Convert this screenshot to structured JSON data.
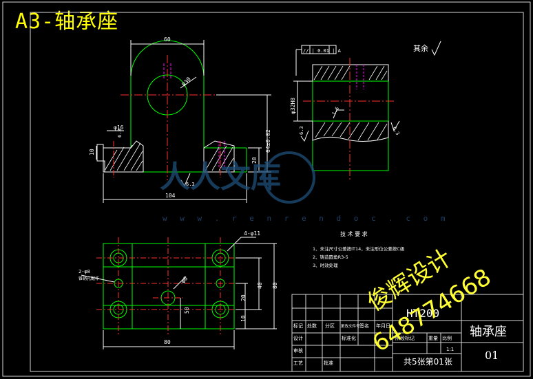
{
  "title": "A3-轴承座",
  "dims": {
    "d60": "60",
    "r30": "R30",
    "phi16": "φ16",
    "r6_3a": "6.3",
    "h10": "10",
    "r6_3b": "6.3",
    "h64": "64±0.02",
    "h20": "20",
    "d104": "104",
    "flatness": "// | 0.01 | A",
    "phi32": "φ32H8",
    "r1_6": "1.6",
    "r6_3c": "6.3",
    "r6_3d": "6.3",
    "rest": "其余",
    "holes4": "4-φ11",
    "holes2": "2-φ8",
    "holes2_note": "锥销孔配作",
    "phi6": "φ6",
    "d40": "40",
    "d80a": "80",
    "d20": "20",
    "d50": "50",
    "d10": "10",
    "d80b": "80"
  },
  "tech": {
    "heading": "技 术 要 求",
    "items": [
      "1、未注尺寸公差按IT14，未注形位公差按C级",
      "2、铸造圆角R3-5",
      "3、时效处理"
    ]
  },
  "titleblock": {
    "material": "HT200",
    "part_name": "轴承座",
    "drawing_no": "01",
    "scale": "1:1",
    "sheets": "共5张第01张",
    "hdr_mark": "标记",
    "hdr_count": "处数",
    "hdr_zone": "分区",
    "hdr_docno": "更改文件号",
    "hdr_sign": "签名",
    "hdr_date": "年月日",
    "design": "设计",
    "standard": "标准化",
    "stage": "阶段标记",
    "weight": "重量",
    "ratio": "比例",
    "review": "审核",
    "process": "工艺",
    "approve": "批准"
  },
  "watermark": {
    "brand": "人人文库",
    "url": "w w w . r e n r e n d o c . c o m",
    "designer": "俊辉设计",
    "phone": "648774668"
  }
}
